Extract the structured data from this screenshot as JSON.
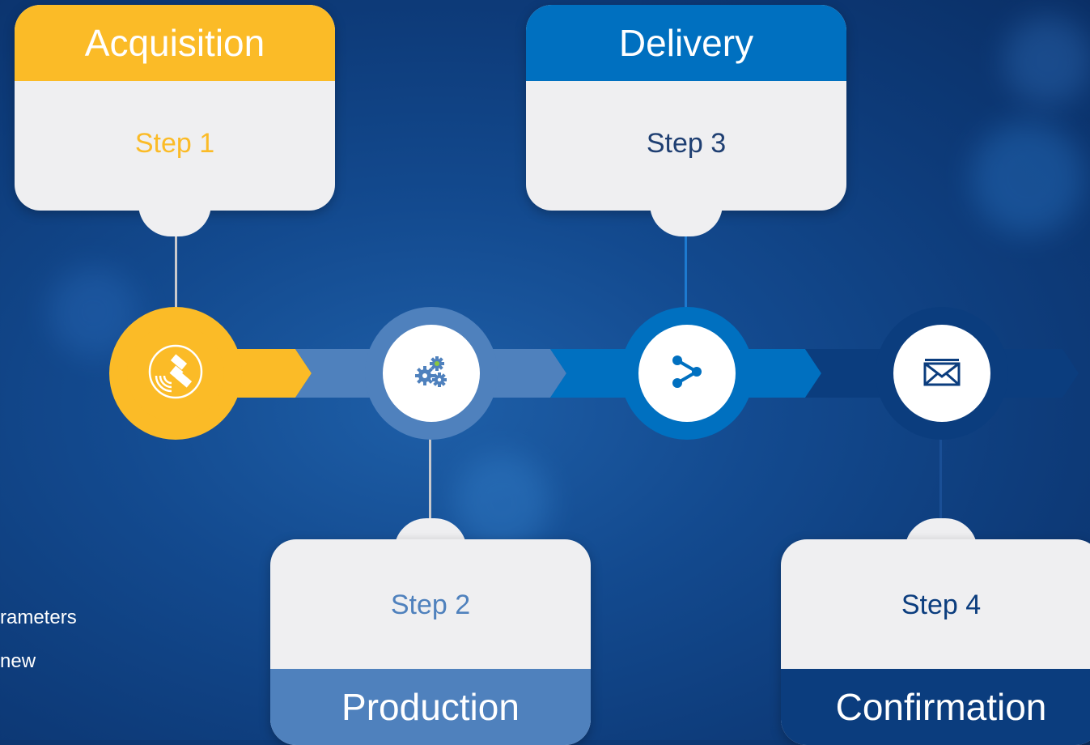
{
  "colors": {
    "yellow": "#fbbb27",
    "mid_blue": "#4f81bd",
    "bright_blue": "#0070c0",
    "navy": "#0b3d7e",
    "card_bg": "#efeff1"
  },
  "steps": [
    {
      "title": "Acquisition",
      "step": "Step 1",
      "icon": "satellite-icon"
    },
    {
      "title": "Production",
      "step": "Step 2",
      "icon": "gears-icon"
    },
    {
      "title": "Delivery",
      "step": "Step 3",
      "icon": "share-icon"
    },
    {
      "title": "Confirmation",
      "step": "Step 4",
      "icon": "envelope-icon"
    }
  ],
  "side_text": [
    "rameters",
    "new"
  ]
}
